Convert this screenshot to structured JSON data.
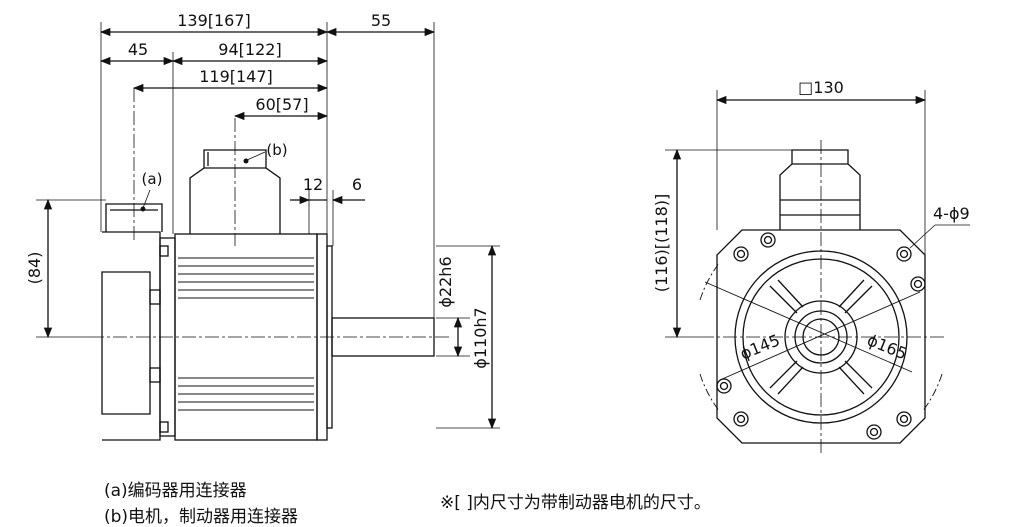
{
  "dimensions": {
    "overall_length": "139[167]",
    "shaft_length": "55",
    "rear_length": "45",
    "body_length": "94[122]",
    "connector_a_pos": "119[147]",
    "connector_b_pos": "60[57]",
    "flange_thickness": "12",
    "spigot_depth": "6",
    "height_a": "(84)",
    "shaft_dia": "ϕ22h6",
    "spigot_dia": "ϕ110h7",
    "flange_square": "□130",
    "height_b": "(116)[(118)]",
    "mount_holes": "4-ϕ9",
    "pcd_inner": "ϕ145",
    "pcd_outer": "ϕ165"
  },
  "callouts": {
    "a": "(a)",
    "b": "(b)"
  },
  "notes": {
    "legend_a": "(a)编码器用连接器",
    "legend_b": "(b)电机，制动器用连接器",
    "remark": "※[ ]内尺寸为带制动器电机的尺寸。"
  },
  "colors": {
    "line": "#111111",
    "background": "#ffffff"
  }
}
